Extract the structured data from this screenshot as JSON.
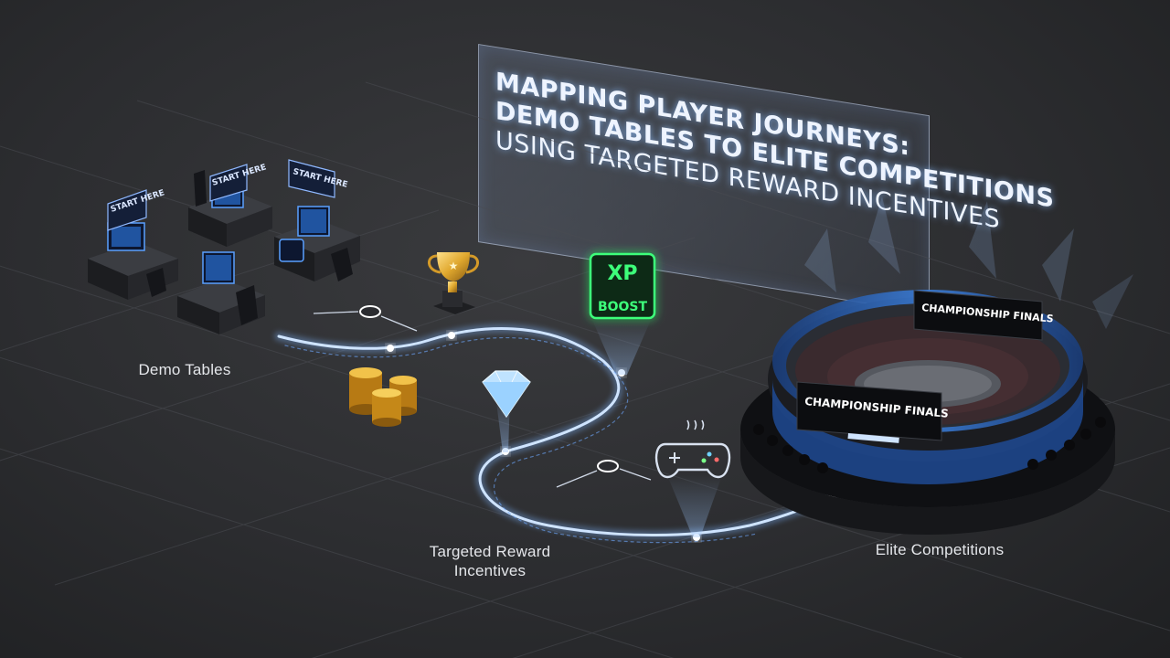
{
  "title": {
    "lines": [
      "MAPPING PLAYER JOURNEYS:",
      "DEMO TABLES TO ELITE COMPETITIONS",
      "USING TARGETED REWARD INCENTIVES"
    ]
  },
  "desk_signs": [
    "START HERE",
    "START HERE",
    "START HERE"
  ],
  "stage_labels": {
    "demo": "Demo Tables",
    "reward_line1": "Targeted Reward",
    "reward_line2": "Incentives",
    "elite": "Elite Competitions"
  },
  "xp_badge": {
    "line1": "XP",
    "line2": "BOOST"
  },
  "arena_banners": [
    "CHAMPIONSHIP FINALS",
    "CHAMPIONSHIP FINALS"
  ],
  "colors": {
    "path_glow": "#7fb6ff",
    "xp_green": "#3dff7a",
    "trophy_gold": "#e0a82e",
    "diamond": "#bfe3ff"
  },
  "icons": [
    "trophy-icon",
    "coins-icon",
    "diamond-icon",
    "gamepad-icon",
    "xp-boost-icon",
    "arena-icon"
  ]
}
